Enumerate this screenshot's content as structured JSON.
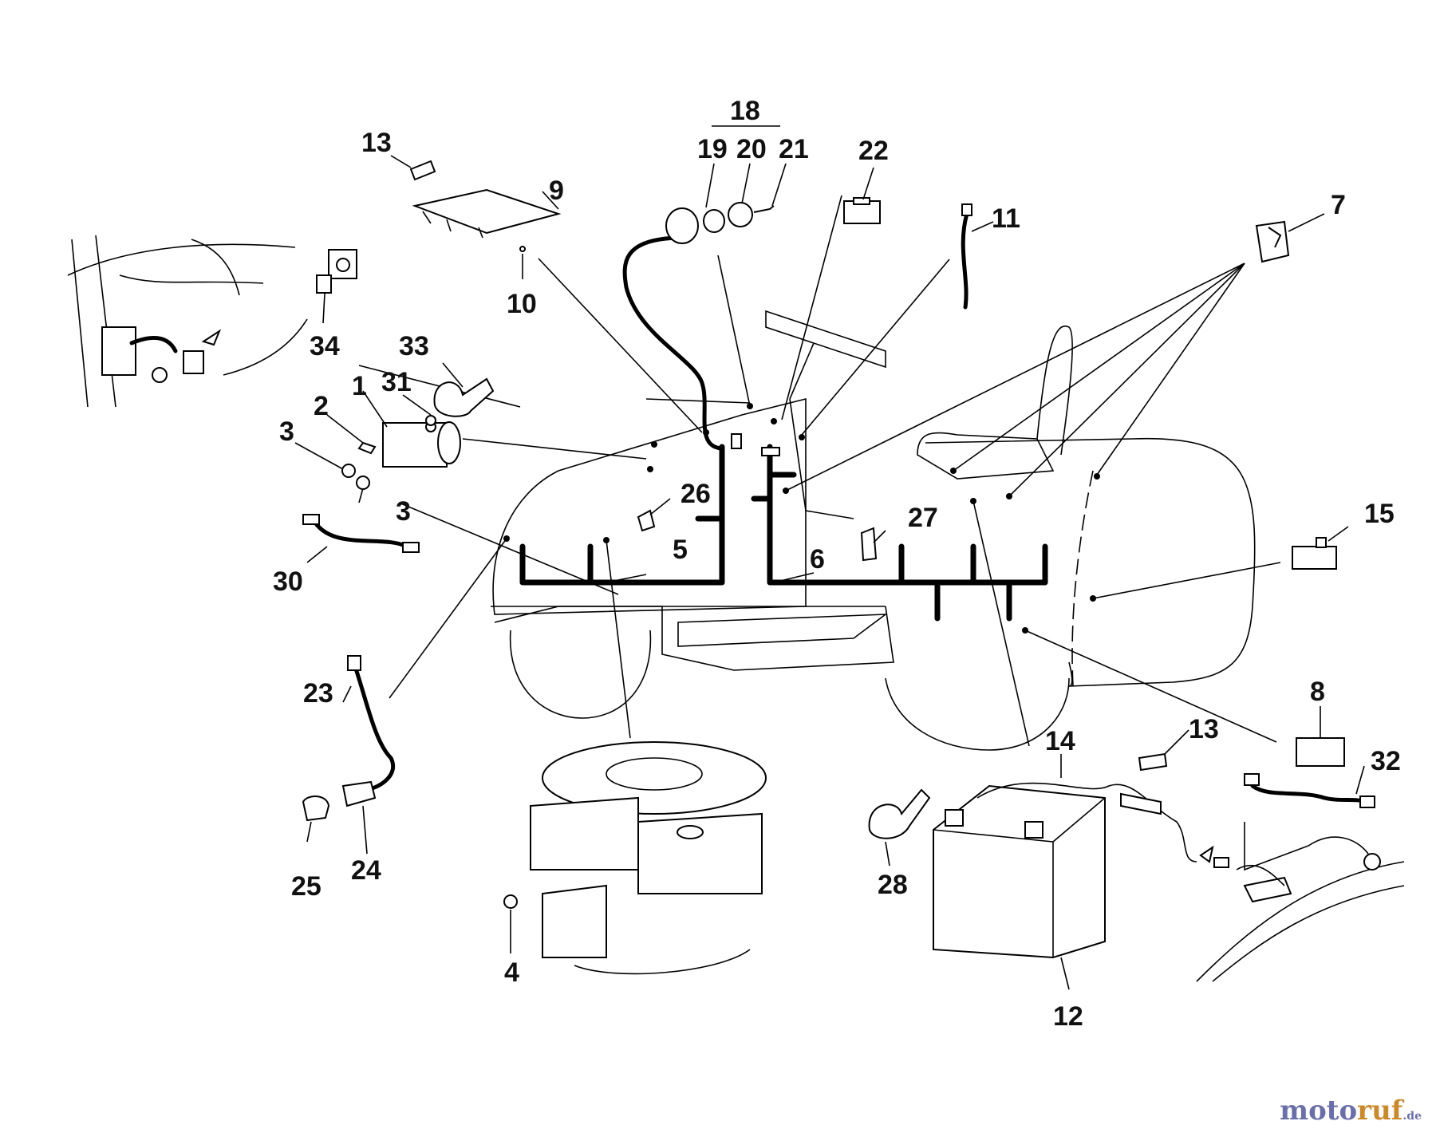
{
  "callouts": [
    {
      "id": "c1",
      "text": "1"
    },
    {
      "id": "c2",
      "text": "2"
    },
    {
      "id": "c3a",
      "text": "3"
    },
    {
      "id": "c3b",
      "text": "3"
    },
    {
      "id": "c4",
      "text": "4"
    },
    {
      "id": "c5",
      "text": "5"
    },
    {
      "id": "c6",
      "text": "6"
    },
    {
      "id": "c7",
      "text": "7"
    },
    {
      "id": "c8",
      "text": "8"
    },
    {
      "id": "c9",
      "text": "9"
    },
    {
      "id": "c10",
      "text": "10"
    },
    {
      "id": "c11",
      "text": "11"
    },
    {
      "id": "c12",
      "text": "12"
    },
    {
      "id": "c13a",
      "text": "13"
    },
    {
      "id": "c13b",
      "text": "13"
    },
    {
      "id": "c14",
      "text": "14"
    },
    {
      "id": "c15",
      "text": "15"
    },
    {
      "id": "c18",
      "text": "18"
    },
    {
      "id": "c19",
      "text": "19"
    },
    {
      "id": "c20",
      "text": "20"
    },
    {
      "id": "c21",
      "text": "21"
    },
    {
      "id": "c22",
      "text": "22"
    },
    {
      "id": "c23",
      "text": "23"
    },
    {
      "id": "c24",
      "text": "24"
    },
    {
      "id": "c25",
      "text": "25"
    },
    {
      "id": "c26",
      "text": "26"
    },
    {
      "id": "c27",
      "text": "27"
    },
    {
      "id": "c28",
      "text": "28"
    },
    {
      "id": "c30",
      "text": "30"
    },
    {
      "id": "c31",
      "text": "31"
    },
    {
      "id": "c32",
      "text": "32"
    },
    {
      "id": "c33",
      "text": "33"
    },
    {
      "id": "c34",
      "text": "34"
    }
  ],
  "brand": {
    "part1": "moto",
    "part2": "ruf",
    "part3": ".de"
  },
  "colors": {
    "line": "#000000",
    "brand_blue": "#6b6fa8",
    "brand_orange": "#c98a2e"
  }
}
